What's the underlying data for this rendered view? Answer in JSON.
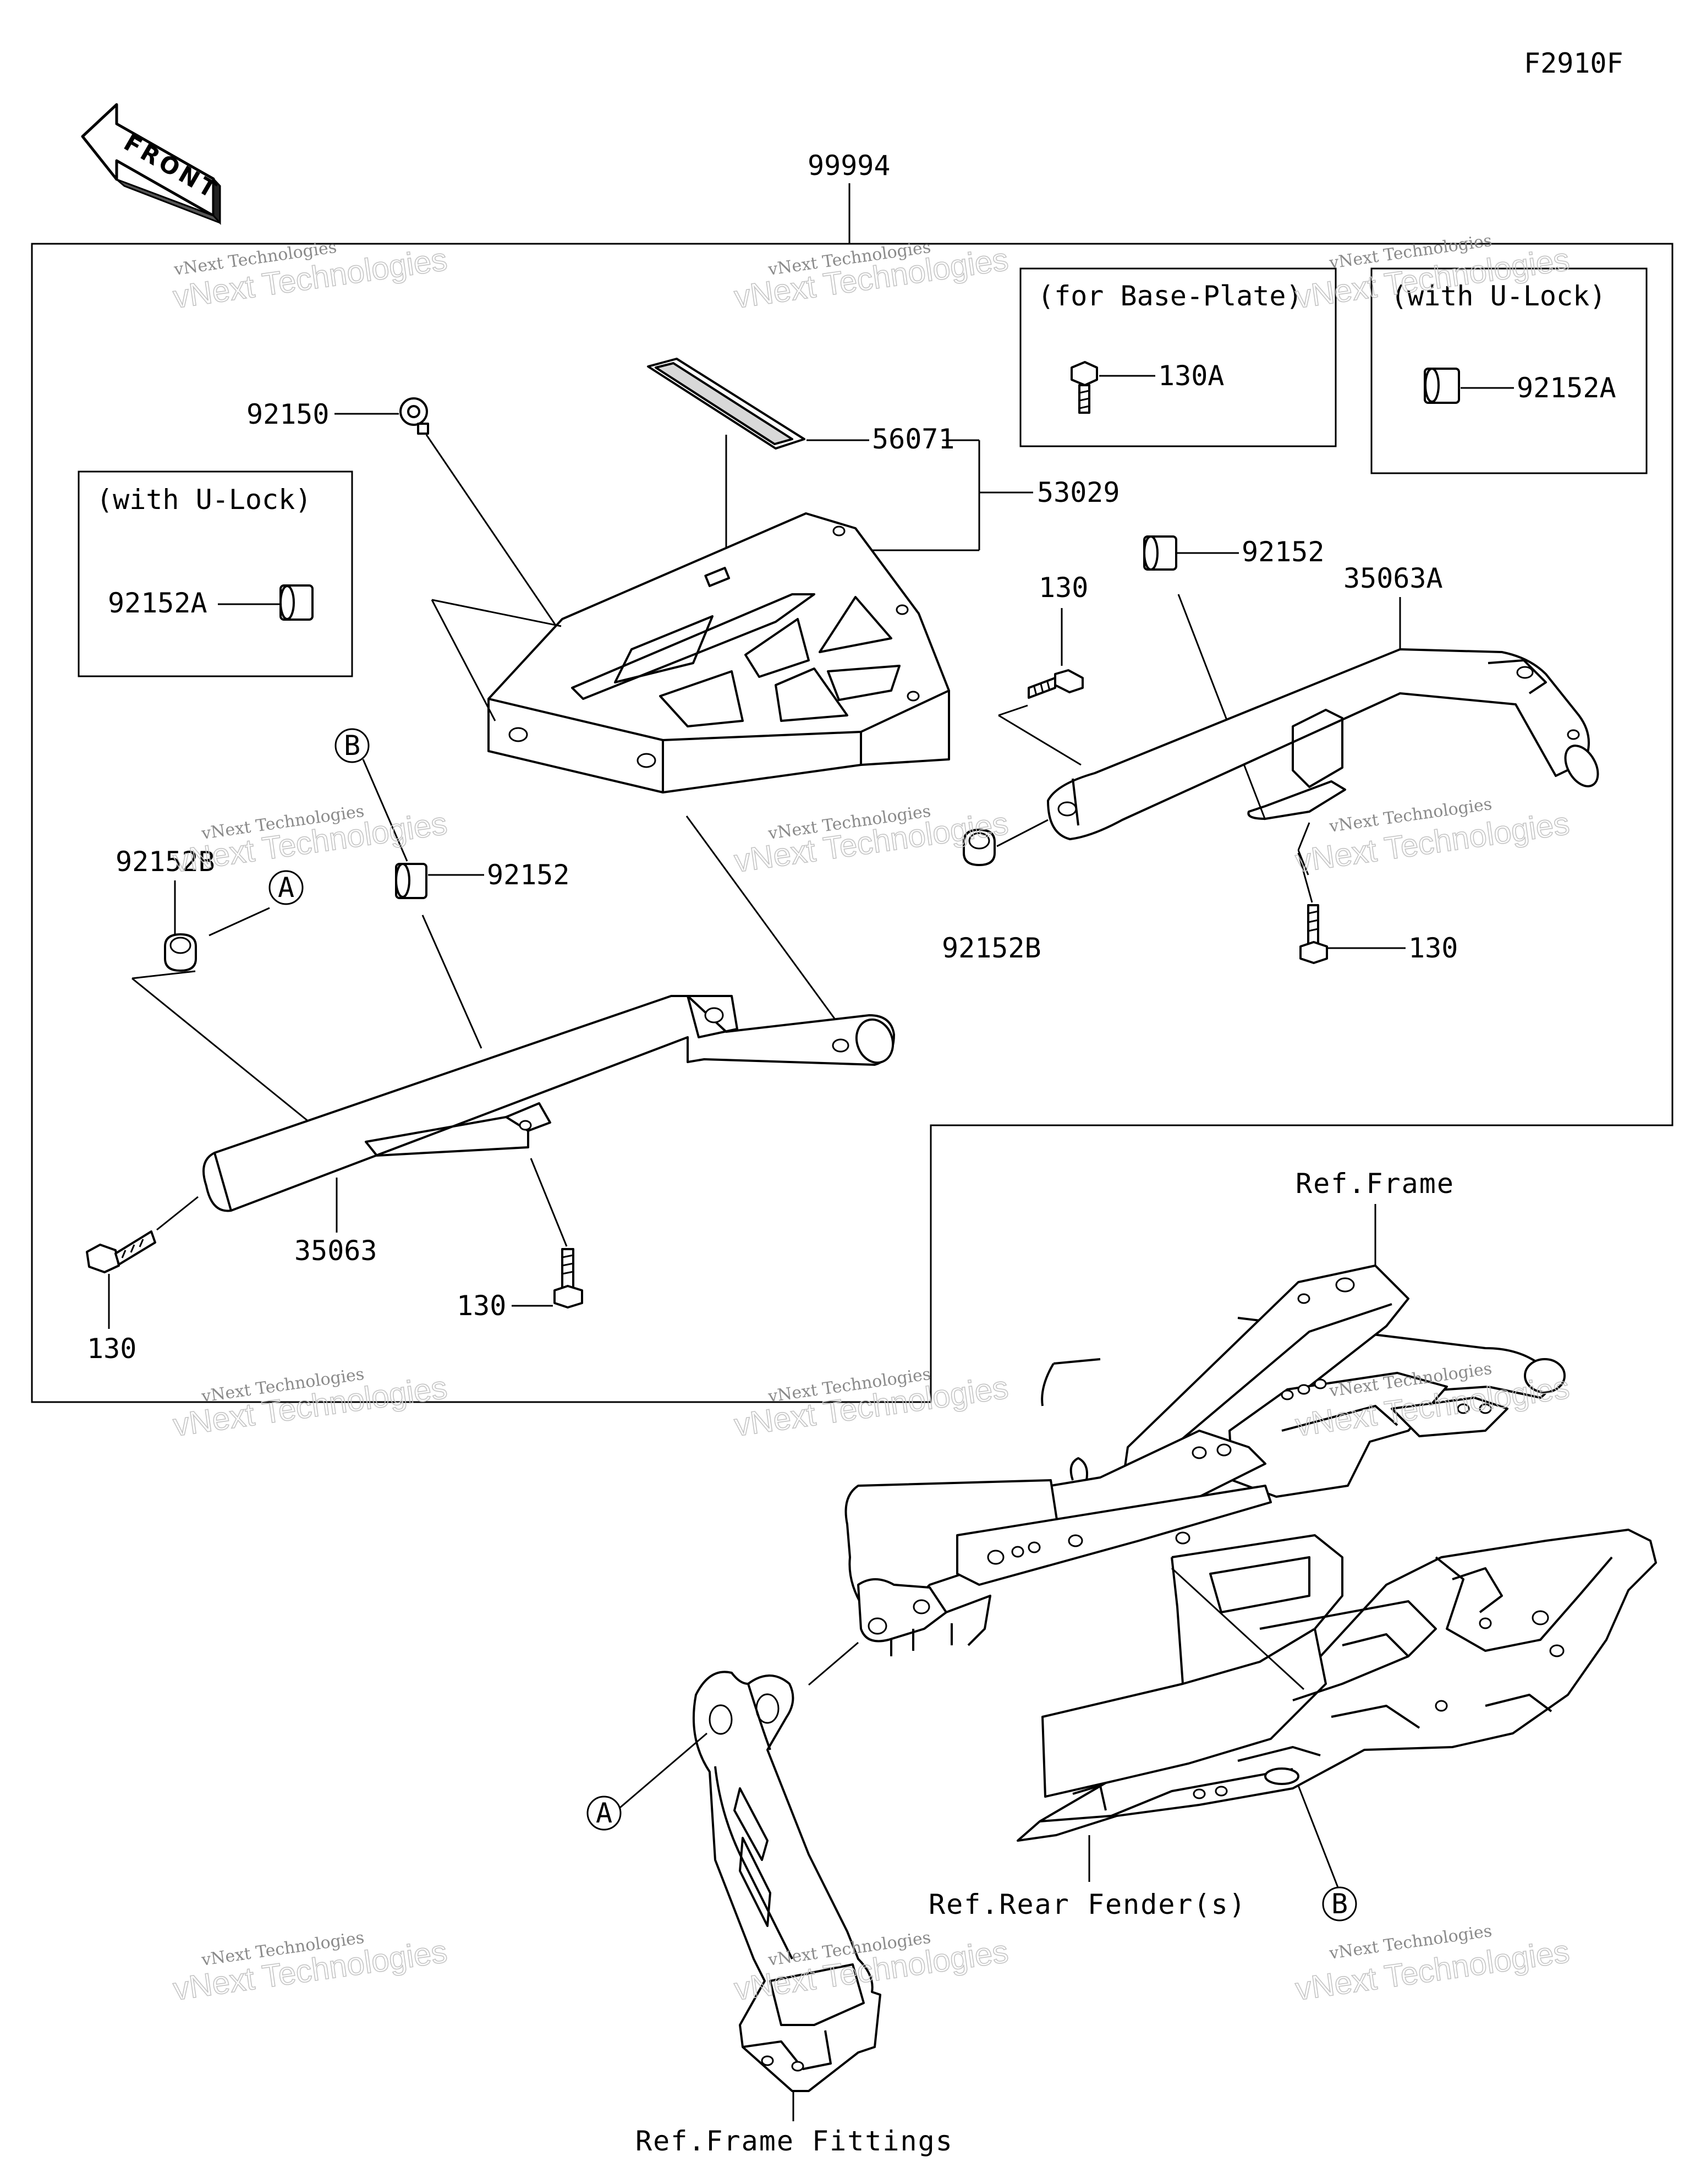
{
  "diagram_code": "F2910F",
  "front_label": "FRONT",
  "parts": {
    "p99994": "99994",
    "p92150": "92150",
    "p56071": "56071",
    "p53029": "53029",
    "p92152_top": "92152",
    "p35063A": "35063A",
    "p130_top": "130",
    "p92152B_right": "92152B",
    "p130_right": "130",
    "p92152B_left": "92152B",
    "p92152_left": "92152",
    "p35063": "35063",
    "p130_mid": "130",
    "p130_left": "130",
    "p130A": "130A",
    "p92152A_box": "92152A",
    "p92152A_left": "92152A"
  },
  "boxes": {
    "base_plate": "(for Base-Plate)",
    "u_lock_right": "(with U-Lock)",
    "u_lock_left": "(with U-Lock)"
  },
  "refs": {
    "frame": "Ref.Frame",
    "rear_fender": "Ref.Rear Fender(s)",
    "frame_fittings": "Ref.Frame Fittings"
  },
  "markers": {
    "A1": "A",
    "A2": "A",
    "B1": "B",
    "B2": "B"
  },
  "watermark": {
    "line1": "vNext Technologies",
    "line2": "vNext Technologies"
  }
}
